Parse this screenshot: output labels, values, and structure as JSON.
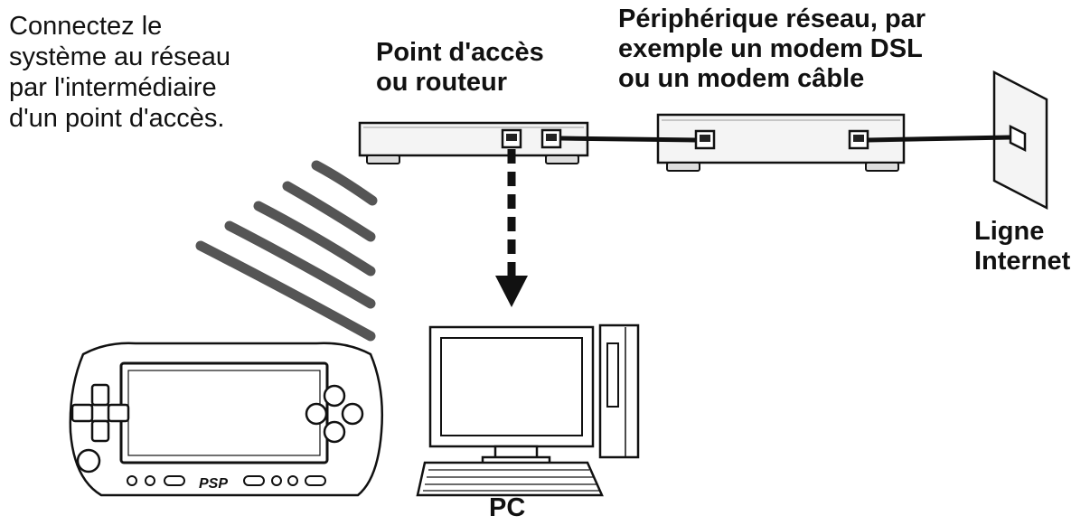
{
  "instruction": {
    "lines": [
      "Connectez le",
      "système au réseau",
      "par l'intermédiaire",
      "d'un point d'accès."
    ]
  },
  "labels": {
    "access_point": [
      "Point d'accès",
      "ou routeur"
    ],
    "network_device": [
      "Périphérique réseau, par",
      "exemple un modem DSL",
      "ou un modem câble"
    ],
    "internet_line": [
      "Ligne",
      "Internet"
    ],
    "pc": "PC"
  },
  "psp_logo": "PSP",
  "colors": {
    "ink": "#111111",
    "paper": "#ffffff",
    "device_fill": "#f4f4f4",
    "shade": "#d9d9d9"
  }
}
